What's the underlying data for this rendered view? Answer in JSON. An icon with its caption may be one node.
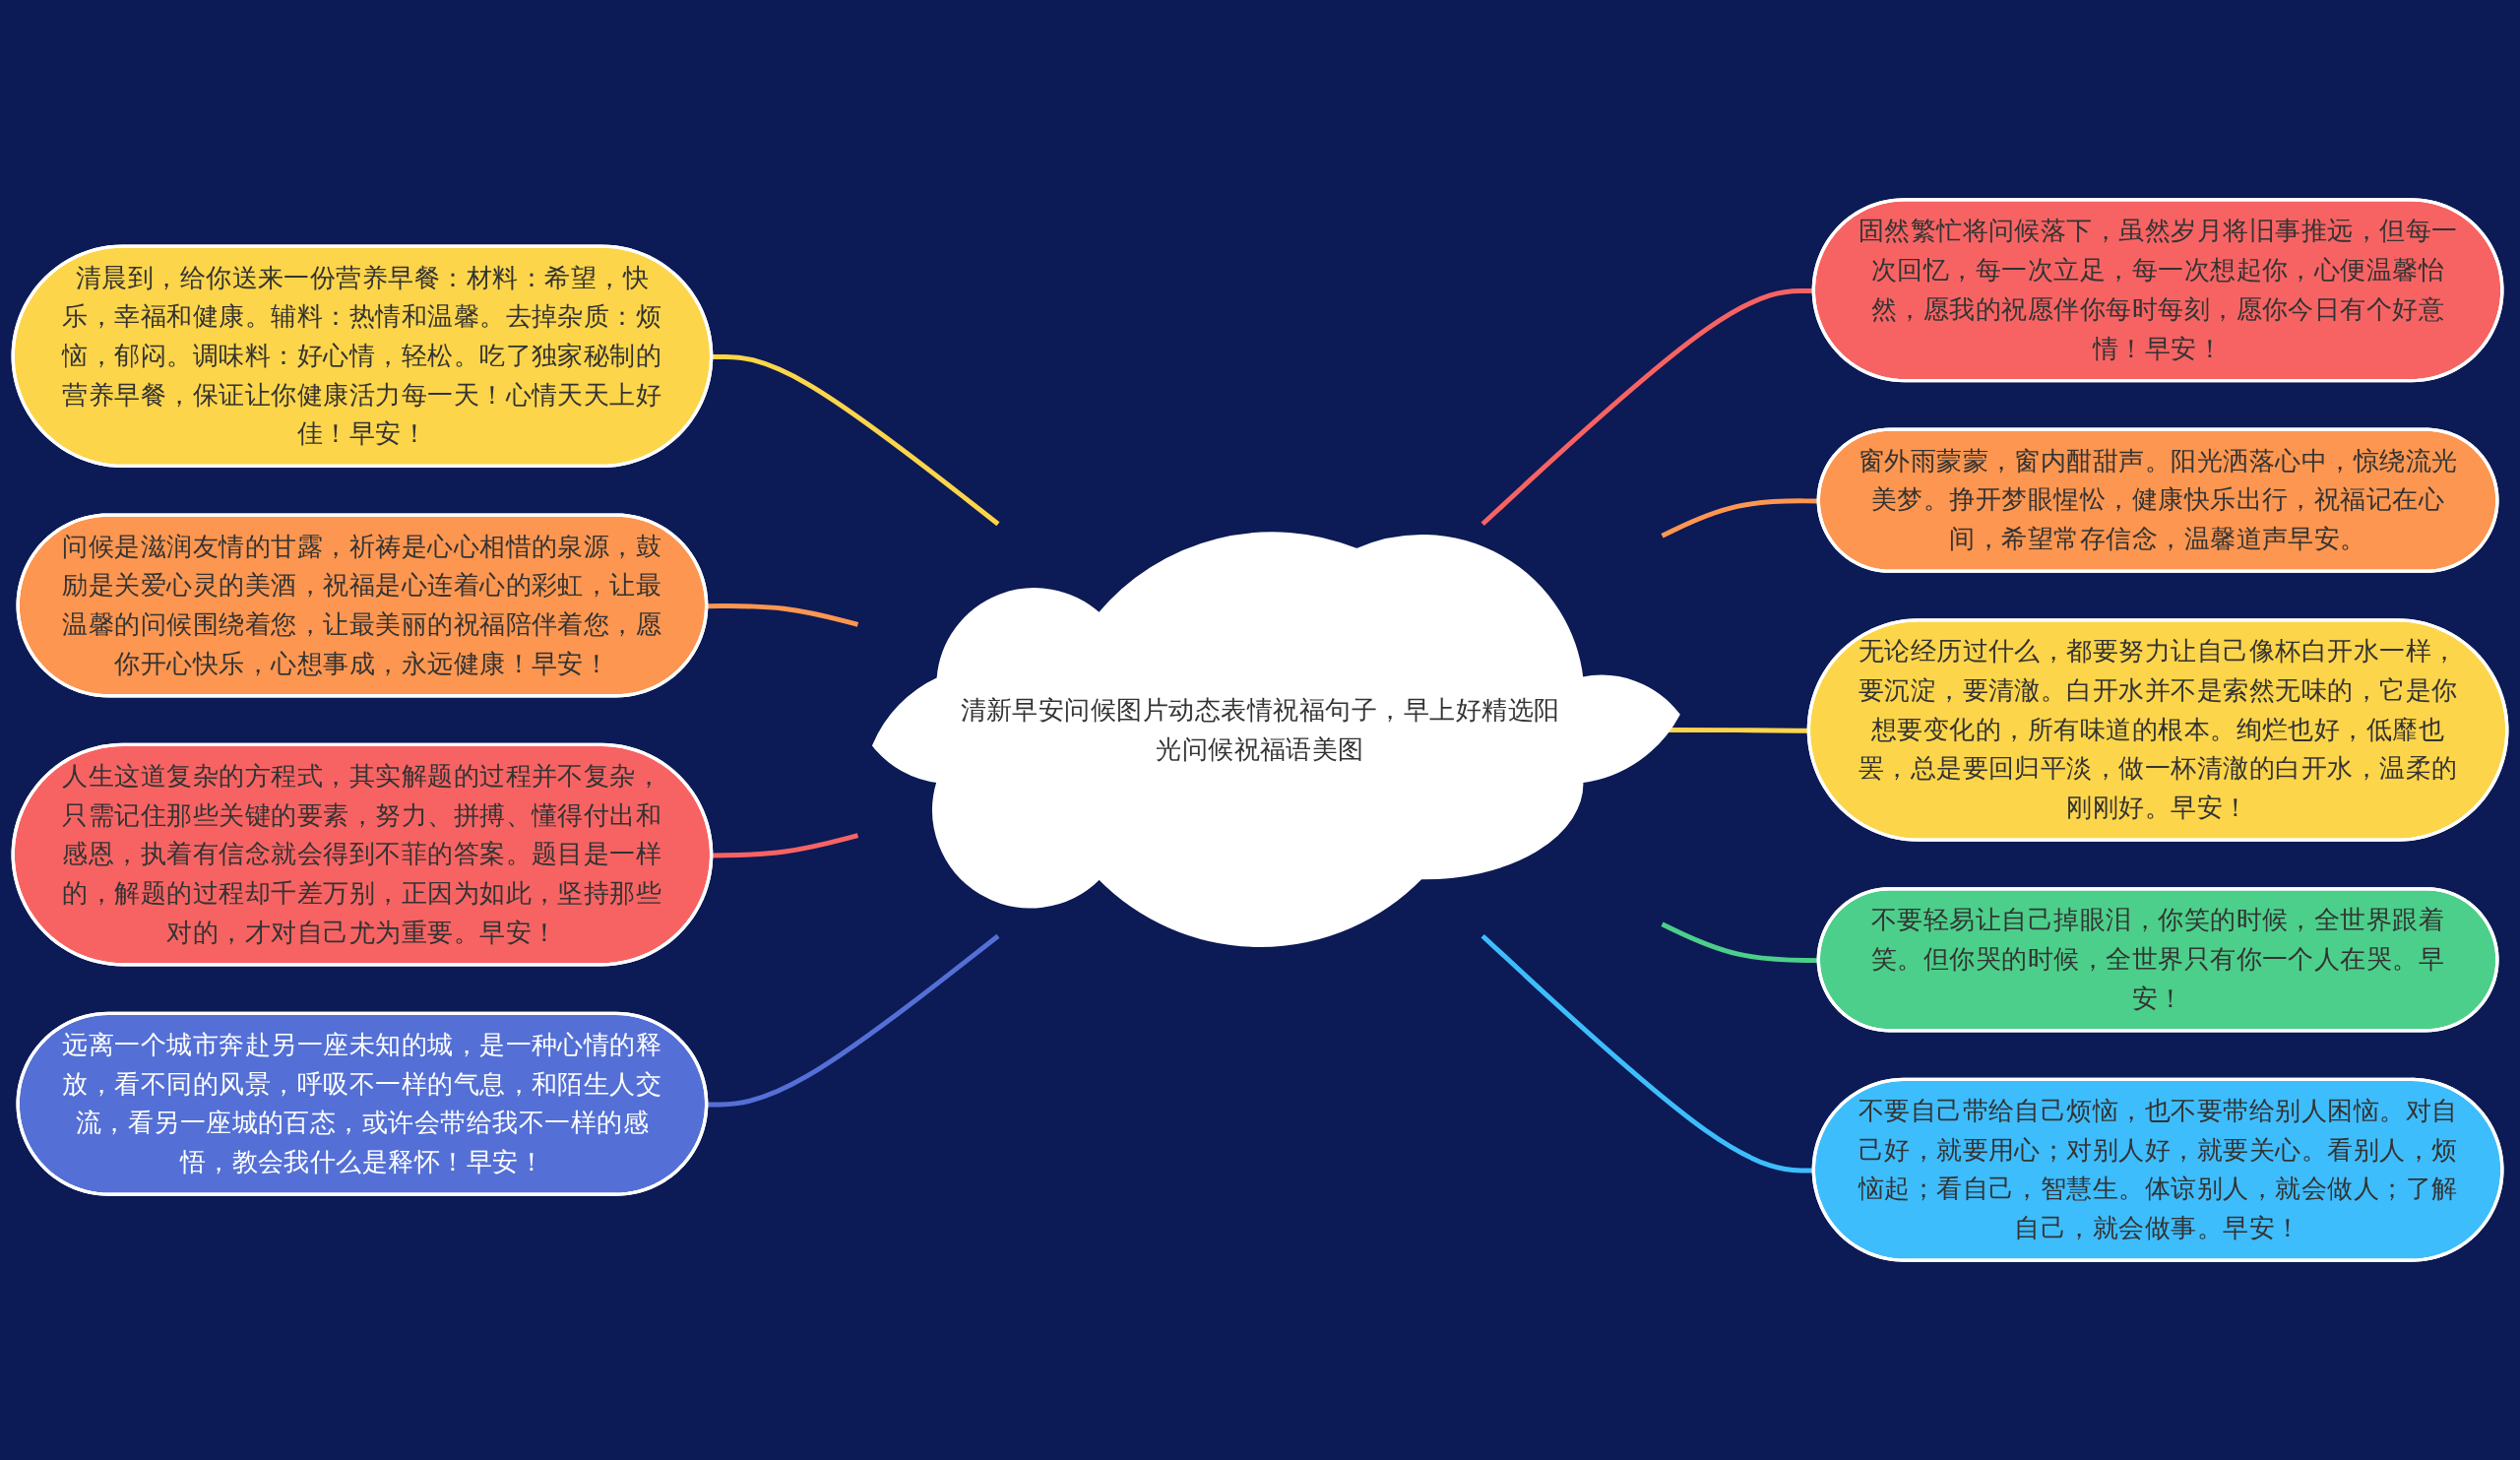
{
  "diagram": {
    "nodes": [
      {
        "text": [
          "清新早安问候图片动态表情祝福句子，早上好精选阳光问候祝福语美图"
        ]
      },
      {
        "text": [
          "清晨到，给你送来一份营养早餐：材料：希望，快乐，幸福和健康。辅料：热情和温馨。去掉杂质：烦恼，郁闷。调味料：好心情，轻松。吃了独家秘制的营养早餐，保证让你健康活力每一天！心情天天上好佳！早安！"
        ]
      },
      {
        "text": [
          "问候是滋润友情的甘露，祈祷是心心相惜的泉源，鼓励是关爱心灵的美酒，祝福是心连着心的彩虹，让最温馨的问候围绕着您，让最美丽的祝福陪伴着您，愿你开心快乐，心想事成，永远健康！早安！"
        ]
      },
      {
        "text": [
          "人生这道复杂的方程式，其实解题的过程并不复杂，只需记住那些关键的要素，努力、拼搏、懂得付出和感恩，执着有信念就会得到不菲的答案。题目是一样的，解题的过程却千差万别，正因为如此，坚持那些对的，才对自己尤为重要。早安！"
        ]
      },
      {
        "text": [
          "远离一个城市奔赴另一座未知的城，是一种心情的释放，看不同的风景，呼吸不一样的气息，和陌生人交流，看另一座城的百态，或许会带给我不一样的感悟，教会我什么是释怀！早安！"
        ]
      },
      {
        "text": [
          "固然繁忙将问候落下，虽然岁月将旧事推远，但每一次回忆，每一次立足，每一次想起你，心便温馨怡然，愿我的祝愿伴你每时每刻，愿你今日有个好意情！早安！"
        ]
      },
      {
        "text": [
          "窗外雨蒙蒙，窗内酣甜声。阳光洒落心中，惊绕流光美梦。挣开梦眼惺忪，健康快乐出行，祝福记在心间，希望常存信念，温馨道声早安。"
        ]
      },
      {
        "text": [
          "无论经历过什么，都要努力让自己像杯白开水一样，要沉淀，要清澈。白开水并不是索然无味的，它是你想要变化的，所有味道的根本。绚烂也好，低靡也罢，总是要回归平淡，做一杯清澈的白开水，温柔的刚刚好。早安！"
        ]
      },
      {
        "text": [
          "不要轻易让自己掉眼泪，你笑的时候，全世界跟着笑。但你哭的时候，全世界只有你一个人在哭。早安！"
        ]
      },
      {
        "text": [
          "不要自己带给自己烦恼，也不要带给别人困恼。对自己好，就要用心；对别人好，就要关心。看别人，烦恼起；看自己，智慧生。体谅别人，就会做人；了解自己，就会做事。早安！"
        ]
      }
    ],
    "edges": [
      {
        "from": 1,
        "to": 0,
        "arrow": "none",
        "color": "#fdd54a"
      },
      {
        "from": 2,
        "to": 0,
        "arrow": "none",
        "color": "#fd9650"
      },
      {
        "from": 3,
        "to": 0,
        "arrow": "none",
        "color": "#f76363"
      },
      {
        "from": 4,
        "to": 0,
        "arrow": "none",
        "color": "#5470d6"
      },
      {
        "from": 0,
        "to": 5,
        "arrow": "none",
        "color": "#f76363"
      },
      {
        "from": 0,
        "to": 6,
        "arrow": "none",
        "color": "#fd9650"
      },
      {
        "from": 0,
        "to": 7,
        "arrow": "none",
        "color": "#fdd54a"
      },
      {
        "from": 0,
        "to": 8,
        "arrow": "none",
        "color": "#4ccf8a"
      },
      {
        "from": 0,
        "to": 9,
        "arrow": "none",
        "color": "#3ebdfd"
      }
    ]
  }
}
